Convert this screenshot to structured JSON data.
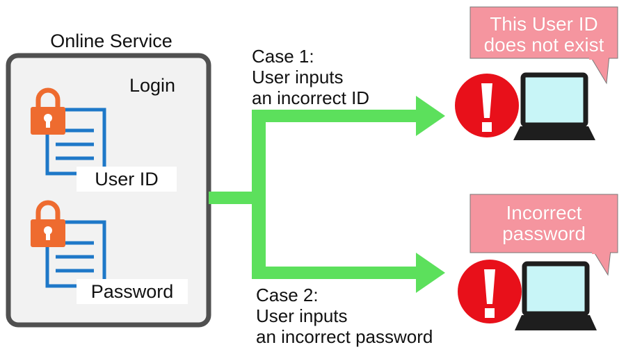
{
  "service": {
    "title": "Online Service",
    "login_label": "Login",
    "fields": [
      {
        "label": "User ID"
      },
      {
        "label": "Password"
      }
    ]
  },
  "cases": [
    {
      "lines": [
        "Case 1:",
        "User inputs",
        "an incorrect ID"
      ],
      "message_lines": [
        "This User ID",
        "does not exist"
      ]
    },
    {
      "lines": [
        "Case 2:",
        "User inputs",
        "an incorrect password"
      ],
      "message_lines": [
        "Incorrect",
        "password"
      ]
    }
  ],
  "icons": {
    "lock": "lock-icon",
    "document": "document-icon",
    "alert": "exclamation-alert-icon",
    "laptop": "laptop-icon"
  },
  "colors": {
    "panel_fill": "#f2f2f2",
    "panel_border": "#505050",
    "lock": "#ee6b2f",
    "document": "#1e78c8",
    "arrow": "#5ce05c",
    "alert": "#e8101a",
    "bubble": "#f5959f",
    "laptop_screen": "#c8f5f7",
    "laptop_body": "#1e1e1e"
  }
}
